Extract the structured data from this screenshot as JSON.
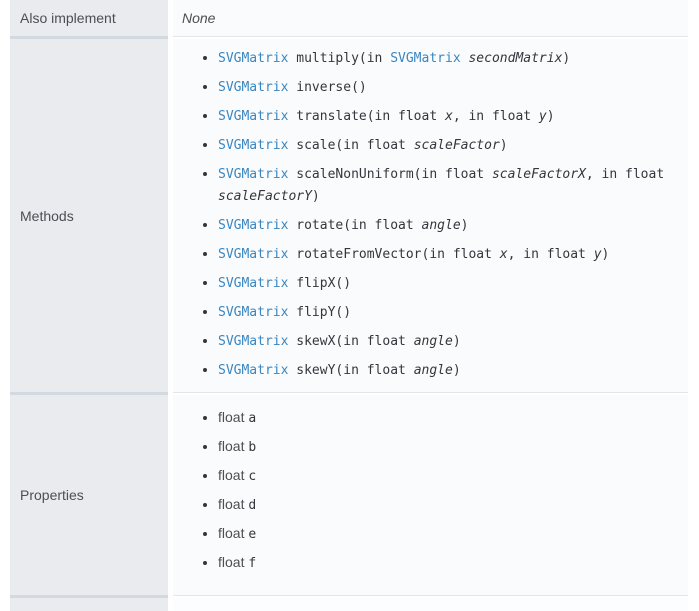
{
  "colors": {
    "link_blue": "#3a86c0",
    "header_cell_bg": "#e9ebef",
    "header_cell_border": "#d3d9e0",
    "content_cell_bg": "#fafbfc",
    "content_cell_border": "#e3e7ea",
    "label_text": "#4d4e53",
    "code_text": "#33373d"
  },
  "rows": {
    "also_implement": {
      "label": "Also implement",
      "value": "None"
    },
    "methods": {
      "label": "Methods"
    },
    "properties": {
      "label": "Properties"
    },
    "cut_off_row": {
      "label": ""
    }
  },
  "methods": [
    [
      {
        "kind": "link",
        "text": "SVGMatrix"
      },
      {
        "kind": "code",
        "text": " multiply(in "
      },
      {
        "kind": "link",
        "text": "SVGMatrix"
      },
      {
        "kind": "code",
        "text": " "
      },
      {
        "kind": "param",
        "text": "secondMatrix"
      },
      {
        "kind": "code",
        "text": ")"
      }
    ],
    [
      {
        "kind": "link",
        "text": "SVGMatrix"
      },
      {
        "kind": "code",
        "text": " inverse()"
      }
    ],
    [
      {
        "kind": "link",
        "text": "SVGMatrix"
      },
      {
        "kind": "code",
        "text": " translate(in float "
      },
      {
        "kind": "param",
        "text": "x"
      },
      {
        "kind": "code",
        "text": ", in float "
      },
      {
        "kind": "param",
        "text": "y"
      },
      {
        "kind": "code",
        "text": ")"
      }
    ],
    [
      {
        "kind": "link",
        "text": "SVGMatrix"
      },
      {
        "kind": "code",
        "text": " scale(in float "
      },
      {
        "kind": "param",
        "text": "scaleFactor"
      },
      {
        "kind": "code",
        "text": ")"
      }
    ],
    [
      {
        "kind": "link",
        "text": "SVGMatrix"
      },
      {
        "kind": "code",
        "text": " scaleNonUniform(in float "
      },
      {
        "kind": "param",
        "text": "scaleFactorX"
      },
      {
        "kind": "code",
        "text": ", in float "
      },
      {
        "kind": "param",
        "text": "scaleFactorY"
      },
      {
        "kind": "code",
        "text": ")"
      }
    ],
    [
      {
        "kind": "link",
        "text": "SVGMatrix"
      },
      {
        "kind": "code",
        "text": " rotate(in float "
      },
      {
        "kind": "param",
        "text": "angle"
      },
      {
        "kind": "code",
        "text": ")"
      }
    ],
    [
      {
        "kind": "link",
        "text": "SVGMatrix"
      },
      {
        "kind": "code",
        "text": " rotateFromVector(in float "
      },
      {
        "kind": "param",
        "text": "x"
      },
      {
        "kind": "code",
        "text": ", in float "
      },
      {
        "kind": "param",
        "text": "y"
      },
      {
        "kind": "code",
        "text": ")"
      }
    ],
    [
      {
        "kind": "link",
        "text": "SVGMatrix"
      },
      {
        "kind": "code",
        "text": " flipX()"
      }
    ],
    [
      {
        "kind": "link",
        "text": "SVGMatrix"
      },
      {
        "kind": "code",
        "text": " flipY()"
      }
    ],
    [
      {
        "kind": "link",
        "text": "SVGMatrix"
      },
      {
        "kind": "code",
        "text": " skewX(in float "
      },
      {
        "kind": "param",
        "text": "angle"
      },
      {
        "kind": "code",
        "text": ")"
      }
    ],
    [
      {
        "kind": "link",
        "text": "SVGMatrix"
      },
      {
        "kind": "code",
        "text": " skewY(in float "
      },
      {
        "kind": "param",
        "text": "angle"
      },
      {
        "kind": "code",
        "text": ")"
      }
    ]
  ],
  "properties": [
    [
      {
        "kind": "plain",
        "text": "float "
      },
      {
        "kind": "code",
        "text": "a"
      }
    ],
    [
      {
        "kind": "plain",
        "text": "float "
      },
      {
        "kind": "code",
        "text": "b"
      }
    ],
    [
      {
        "kind": "plain",
        "text": "float "
      },
      {
        "kind": "code",
        "text": "c"
      }
    ],
    [
      {
        "kind": "plain",
        "text": "float "
      },
      {
        "kind": "code",
        "text": "d"
      }
    ],
    [
      {
        "kind": "plain",
        "text": "float "
      },
      {
        "kind": "code",
        "text": "e"
      }
    ],
    [
      {
        "kind": "plain",
        "text": "float "
      },
      {
        "kind": "code",
        "text": "f"
      }
    ]
  ]
}
